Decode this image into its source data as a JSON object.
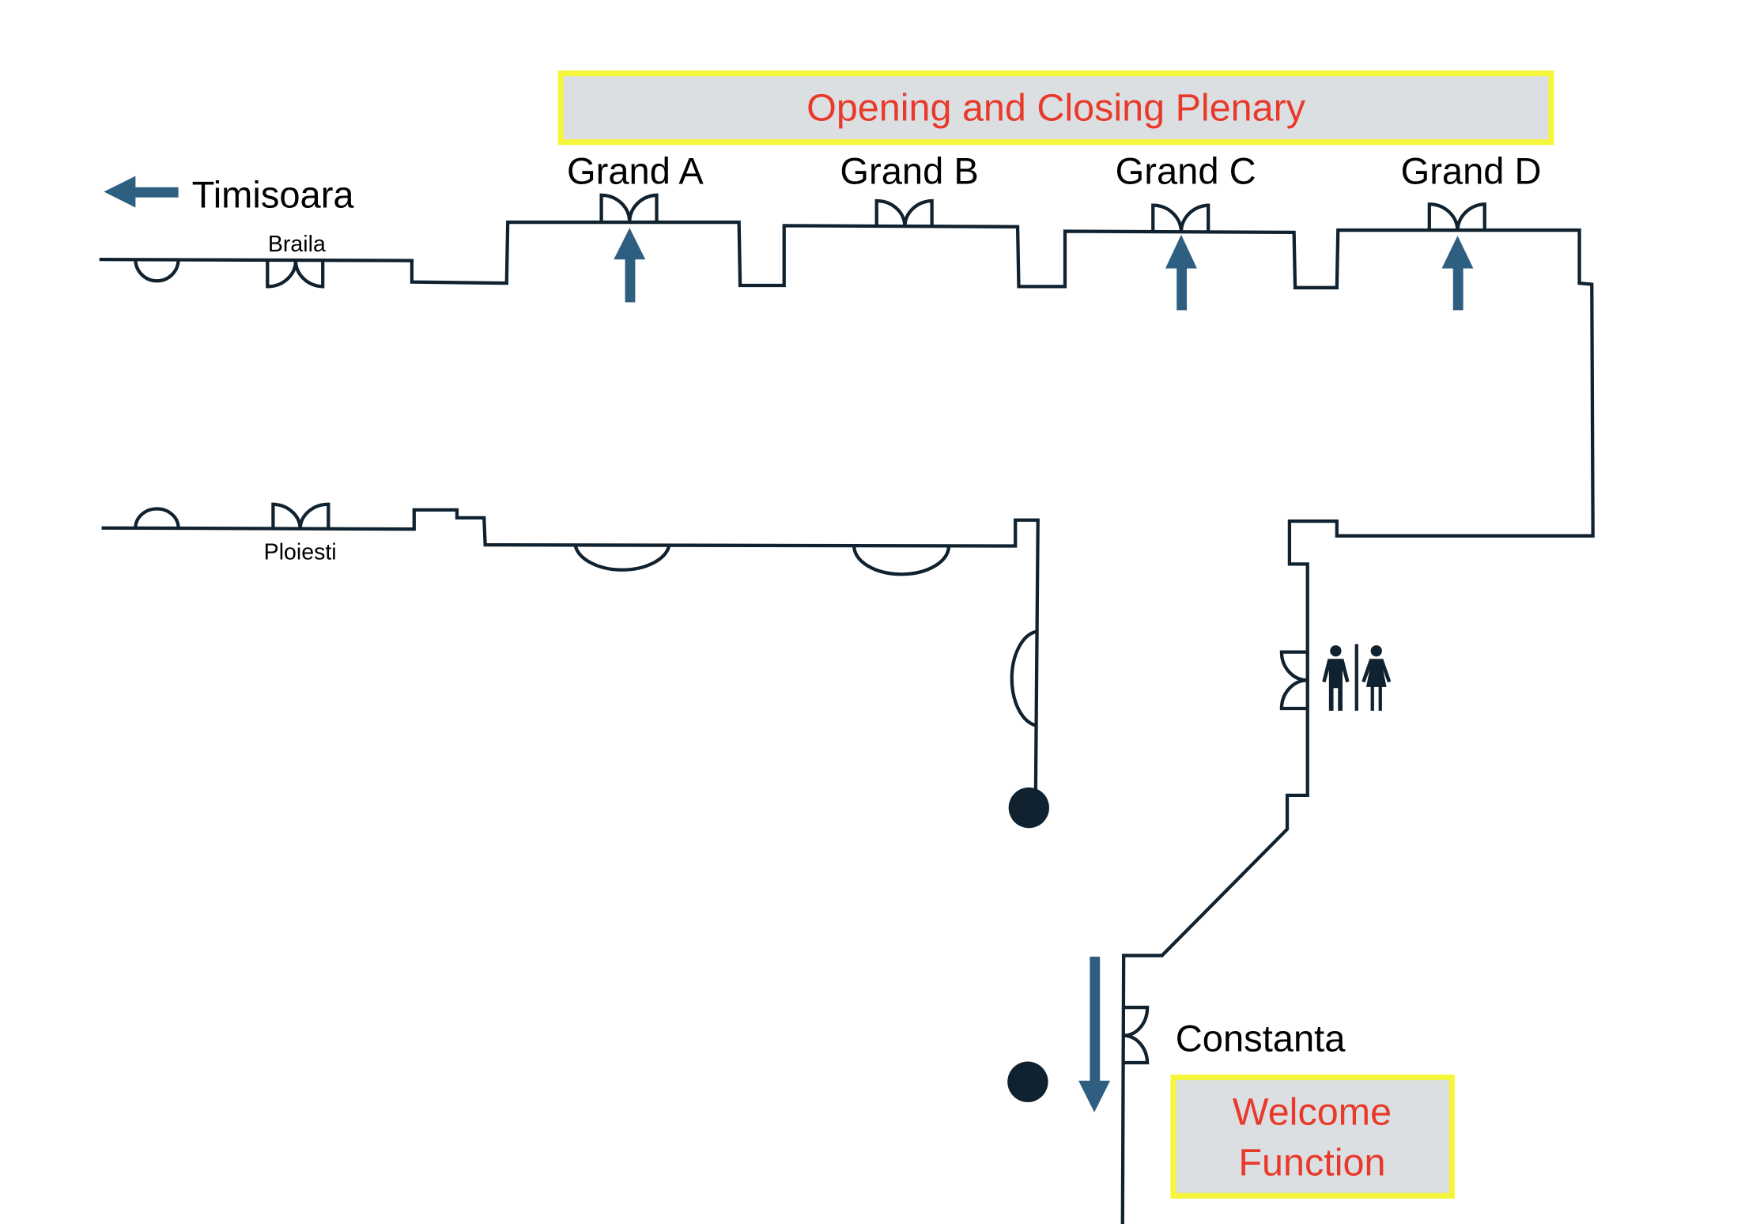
{
  "colors": {
    "wall": "#10222f",
    "arrow": "#2e5e80",
    "highlight_text": "#e8392a",
    "highlight_fill": "#dcdfe2",
    "highlight_border": "#f5f53c"
  },
  "banner": {
    "label": "Opening and Closing Plenary"
  },
  "rooms": {
    "grand_a": "Grand A",
    "grand_b": "Grand B",
    "grand_c": "Grand C",
    "grand_d": "Grand D",
    "braila": "Braila",
    "ploiesti": "Ploiesti",
    "constanta": "Constanta"
  },
  "direction": {
    "label": "Timisoara",
    "icon": "arrow-left-icon"
  },
  "welcome": {
    "line1": "Welcome",
    "line2": "Function"
  },
  "icons": {
    "restroom": "restroom-icon",
    "direction_arrows": "arrow-icon"
  }
}
